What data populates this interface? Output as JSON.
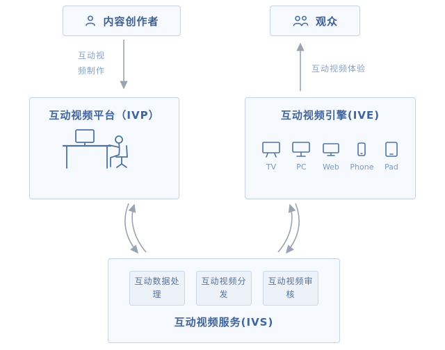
{
  "colors": {
    "accent": "#4a6da3",
    "box_border": "#c3d2e5",
    "box_fill": "#f6f9fd",
    "module_fill": "#edf2f9",
    "arrow": "#9aa4b0"
  },
  "creator": {
    "label": "内容创作者"
  },
  "audience": {
    "label": "观众"
  },
  "flow_production": {
    "label": "互动视频制作"
  },
  "flow_experience": {
    "label": "互动视频体验"
  },
  "platform": {
    "title": "互动视频平台（IVP）"
  },
  "engine": {
    "title": "互动视频引擎(IVE)",
    "devices": [
      "TV",
      "PC",
      "Web",
      "Phone",
      "Pad"
    ]
  },
  "service": {
    "title": "互动视频服务(IVS)",
    "modules": [
      "互动数据处理",
      "互动视频分发",
      "互动视频审核"
    ]
  }
}
